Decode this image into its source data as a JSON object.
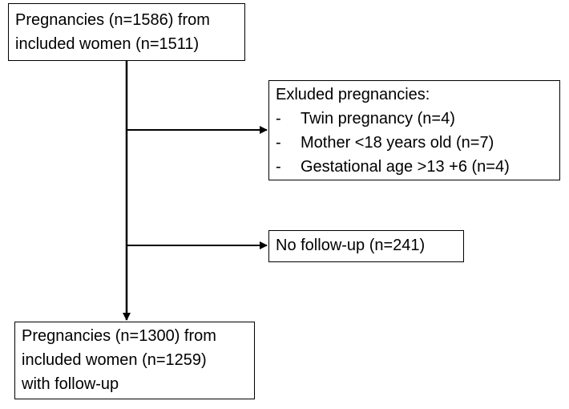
{
  "top_box": {
    "lines": [
      "Pregnancies (n=1586)  from",
      "included women (n=1511)"
    ]
  },
  "excluded_box": {
    "title": "Exluded pregnancies:",
    "bullet_marker": "-",
    "items": [
      "Twin pregnancy (n=4)",
      "Mother <18 years old (n=7)",
      "Gestational age  >13 +6 (n=4)"
    ]
  },
  "followup_box": {
    "text": "No follow-up (n=241)"
  },
  "bottom_box": {
    "lines": [
      "Pregnancies (n=1300) from",
      "included women (n=1259)",
      "with follow-up"
    ]
  },
  "colors": {
    "line": "#000000",
    "box_border": "#000000",
    "background": "#ffffff"
  }
}
